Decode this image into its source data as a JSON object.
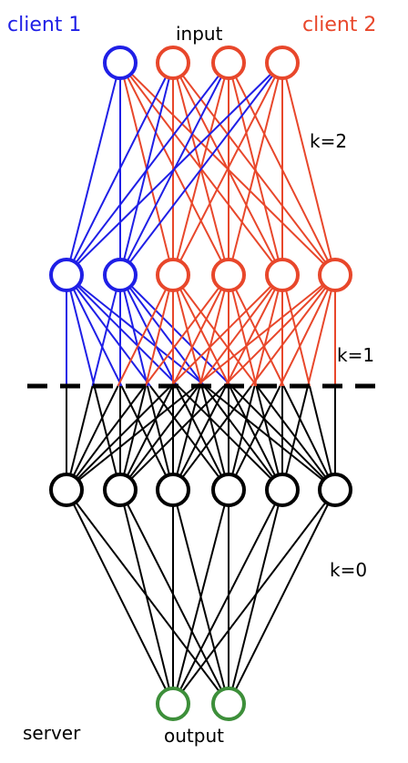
{
  "labels": {
    "client1": "client 1",
    "client2": "client 2",
    "input": "input",
    "output": "output",
    "server": "server",
    "k2": "k=2",
    "k1": "k=1",
    "k0": "k=0"
  },
  "colors": {
    "client1": "#1f1fe6",
    "client2": "#e8472b",
    "server": "#000000",
    "output": "#3d8f3a"
  },
  "layers": {
    "input": {
      "nodes": [
        {
          "owner": "client1"
        },
        {
          "owner": "client2"
        },
        {
          "owner": "client2"
        },
        {
          "owner": "client2"
        }
      ]
    },
    "hidden_client": {
      "nodes": [
        {
          "owner": "client1"
        },
        {
          "owner": "client1"
        },
        {
          "owner": "client2"
        },
        {
          "owner": "client2"
        },
        {
          "owner": "client2"
        },
        {
          "owner": "client2"
        }
      ]
    },
    "hidden_server": {
      "nodes": [
        {
          "owner": "server"
        },
        {
          "owner": "server"
        },
        {
          "owner": "server"
        },
        {
          "owner": "server"
        },
        {
          "owner": "server"
        },
        {
          "owner": "server"
        }
      ]
    },
    "output": {
      "nodes": [
        {
          "owner": "output"
        },
        {
          "owner": "output"
        }
      ]
    }
  }
}
